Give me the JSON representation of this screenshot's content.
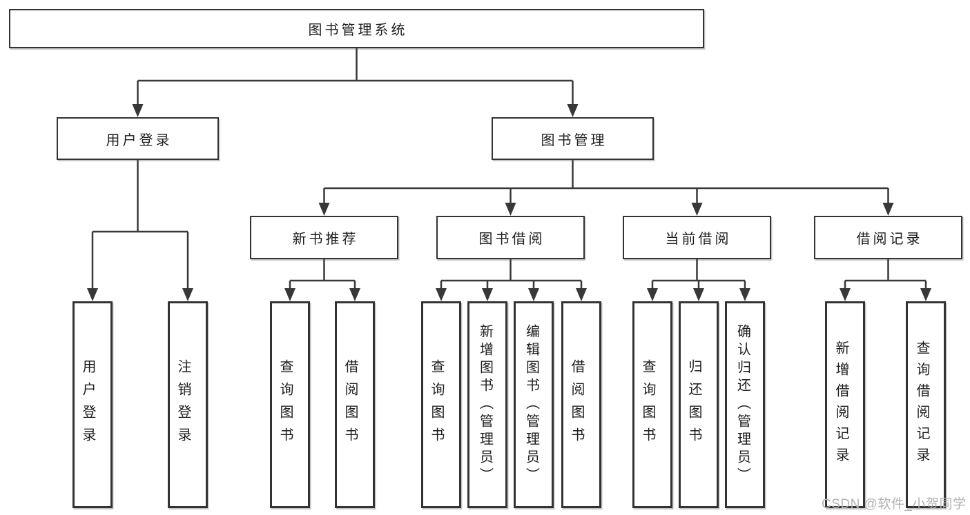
{
  "diagram": {
    "root": {
      "label": "图书管理系统"
    },
    "level2": {
      "user_login": {
        "label": "用户登录"
      },
      "book_management": {
        "label": "图书管理"
      }
    },
    "level3": {
      "new_book_recommendation": {
        "label": "新书推荐"
      },
      "book_borrowing": {
        "label": "图书借阅"
      },
      "current_borrowing": {
        "label": "当前借阅"
      },
      "borrowing_records": {
        "label": "借阅记录"
      }
    },
    "leaves": {
      "user_login": [
        "用户登录",
        "注销登录"
      ],
      "new_book_recommendation": [
        "查询图书",
        "借阅图书"
      ],
      "book_borrowing": [
        "查询图书",
        "新增图书（管理员）",
        "编辑图书（管理员）",
        "借阅图书"
      ],
      "current_borrowing": [
        "查询图书",
        "归还图书",
        "确认归还（管理员）"
      ],
      "borrowing_records": [
        "新增借阅记录",
        "查询借阅记录"
      ]
    }
  },
  "watermark": {
    "text": "CSDN @软件_小贺同学",
    "color": "#b3b3b3"
  },
  "colors": {
    "line": "#383838",
    "box_border": "#333333",
    "text": "#1e1e1e",
    "background": "#ffffff"
  }
}
